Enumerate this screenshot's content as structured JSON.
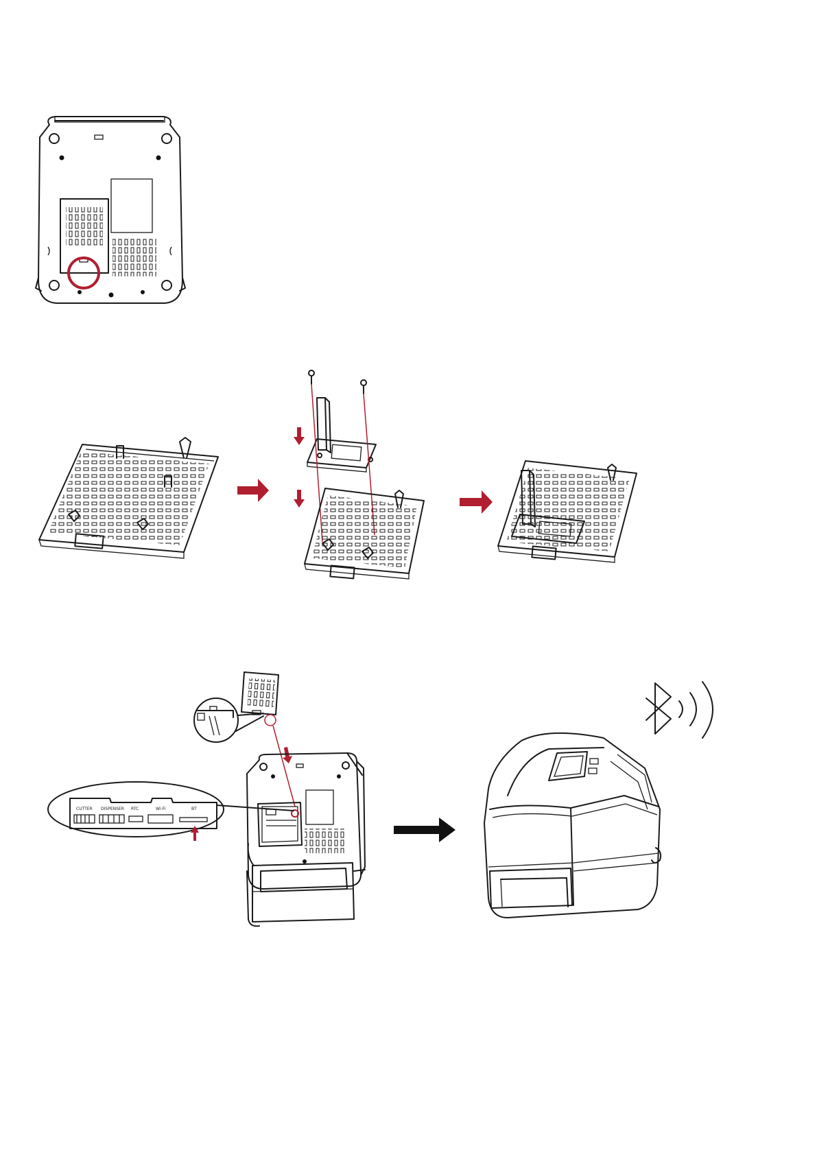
{
  "ports": {
    "cutter": "CUTTER",
    "dispenser": "DISPENSER",
    "rtc": "RTC",
    "wifi": "Wi-Fi",
    "bt": "BT"
  },
  "colors": {
    "accent": "#b01e2f",
    "line": "#1a1a1a",
    "arrow": "#111111"
  },
  "icons": [
    "bluetooth-icon",
    "wireless-signal-icon"
  ]
}
